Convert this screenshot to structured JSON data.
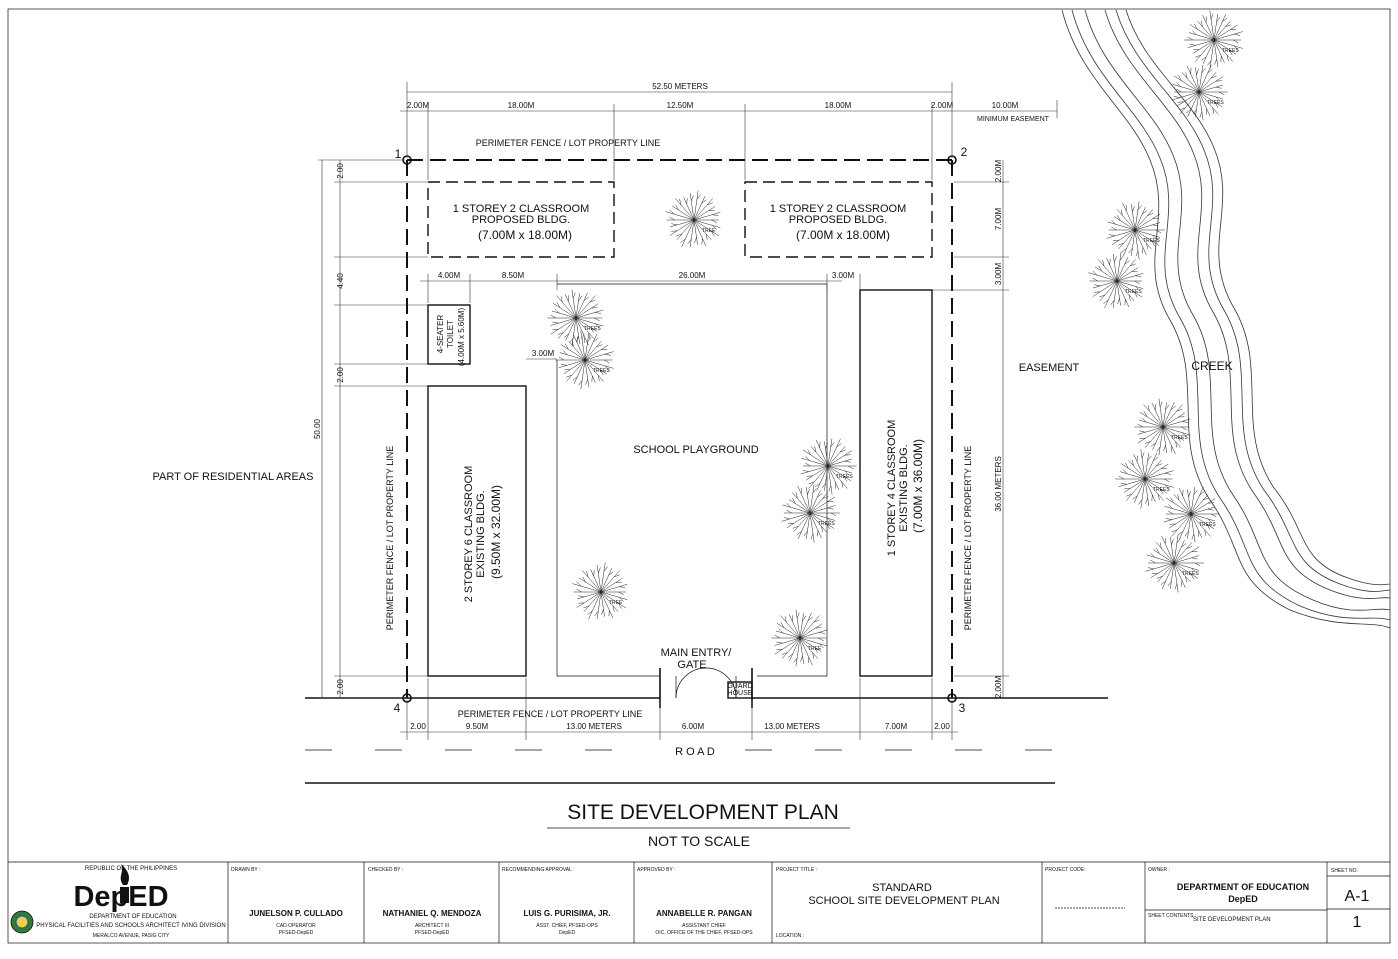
{
  "plan": {
    "overall_width": "52.50  METERS",
    "top_dims": [
      "2.00M",
      "18.00M",
      "12.50M",
      "18.00M",
      "2.00M"
    ],
    "easement_dim": "10.00M",
    "minimum_easement": "MINIMUM  EASEMENT",
    "fence_top": "PERIMETER FENCE / LOT PROPERTY LINE",
    "fence_bottom": "PERIMETER FENCE / LOT PROPERTY LINE",
    "fence_left": "PERIMETER FENCE / LOT PROPERTY LINE",
    "fence_right": "PERIMETER FENCE / LOT PROPERTY LINE",
    "corners": [
      "1",
      "2",
      "3",
      "4"
    ],
    "left_dims": [
      "2.00",
      "4.40",
      "2.00",
      "2.00"
    ],
    "left_total": "50.00",
    "right_dims": [
      "2.00M",
      "7.00M",
      "3.00M",
      "2.00M"
    ],
    "right_total": "36.00  METERS",
    "mid_dims": [
      "4.00M",
      "8.50M",
      "26.00M",
      "3.00M"
    ],
    "dim_300": "3.00M",
    "bottom_dims": [
      "2.00",
      "9.50M",
      "13.00  METERS",
      "6.00M",
      "13.00  METERS",
      "7.00M",
      "2.00"
    ],
    "proposed_left": {
      "line1": "1 STOREY 2 CLASSROOM",
      "line2": "PROPOSED BLDG.",
      "size": "(7.00M  x  18.00M)"
    },
    "proposed_right": {
      "line1": "1 STOREY 2 CLASSROOM",
      "line2": "PROPOSED BLDG.",
      "size": "(7.00M  x  18.00M)"
    },
    "existing_left": {
      "line1": "2 STOREY 6 CLASSROOM",
      "line2": "EXISTING BLDG.",
      "size": "(9.50M  x  32.00M)"
    },
    "existing_right": {
      "line1": "1 STOREY 4 CLASSROOM",
      "line2": "EXISTING BLDG.",
      "size": "(7.00M  x  36.00M)"
    },
    "toilet": {
      "line1": "4-SEATER",
      "line2": "TOILET",
      "size": "(4.00M  x  5.60M)"
    },
    "playground": "SCHOOL PLAYGROUND",
    "main_entry": {
      "line1": "MAIN ENTRY/",
      "line2": "GATE"
    },
    "guard_house": {
      "line1": "GUARD",
      "line2": "HOUSE"
    },
    "residential": "PART OF RESIDENTIAL AREAS",
    "easement": "EASEMENT",
    "creek": "CREEK",
    "road": "R O A D",
    "tree_labels": {
      "tree": "TREE",
      "trees": "TREES"
    }
  },
  "titles": {
    "title": "SITE DEVELOPMENT PLAN",
    "subtitle": "NOT TO SCALE"
  },
  "title_block": {
    "agency": {
      "republic": "REPUBLIC OF THE PHILIPPINES",
      "logo": "DepED",
      "department": "DEPARTMENT OF EDUCATION",
      "division": "PHYSICAL FACILITIES AND SCHOOLS ARCHITECT IVING DIVISION",
      "address": "MERALCO AVENUE, PASIG CITY"
    },
    "drawn_by": {
      "label": "DRAWN BY :",
      "name": "JUNELSON  P.  CULLADO",
      "role": "CAD OPERATOR",
      "office": "PFSED-DepED"
    },
    "checked_by": {
      "label": "CHECKED BY :",
      "name": "NATHANIEL  Q.  MENDOZA",
      "role": "ARCHITECT III",
      "office": "PFSED-DepED"
    },
    "recommending": {
      "label": "RECOMMENDING APPROVAL :",
      "name": "LUIS  G.  PURISIMA,  JR.",
      "role": "ASST. CHIEF, PFSED-OPS",
      "office": "DepED"
    },
    "approved_by": {
      "label": "APPROVED BY :",
      "name": "ANNABELLE  R.  PANGAN",
      "role": "ASSISTANT CHIEF",
      "office": "OIC, OFFICE OF THE CHIEF, PFSED-OPS"
    },
    "project": {
      "label": "PROJECT TITLE :",
      "line1": "STANDARD",
      "line2": "SCHOOL SITE DEVELOPMENT PLAN",
      "location": "LOCATION :"
    },
    "project_code": {
      "label": "PROJECT CODE:"
    },
    "owner": {
      "label": "OWNER :",
      "line1": "DEPARTMENT  OF  EDUCATION",
      "line2": "DepED",
      "contents_label": "SHEET CONTENTS :",
      "contents": "SITE  DEVELOPMENT  PLAN"
    },
    "sheet": {
      "label": "SHEET NO.",
      "code": "A-1",
      "number": "1"
    }
  },
  "colors": {
    "line": "#111111",
    "paper": "#ffffff"
  }
}
